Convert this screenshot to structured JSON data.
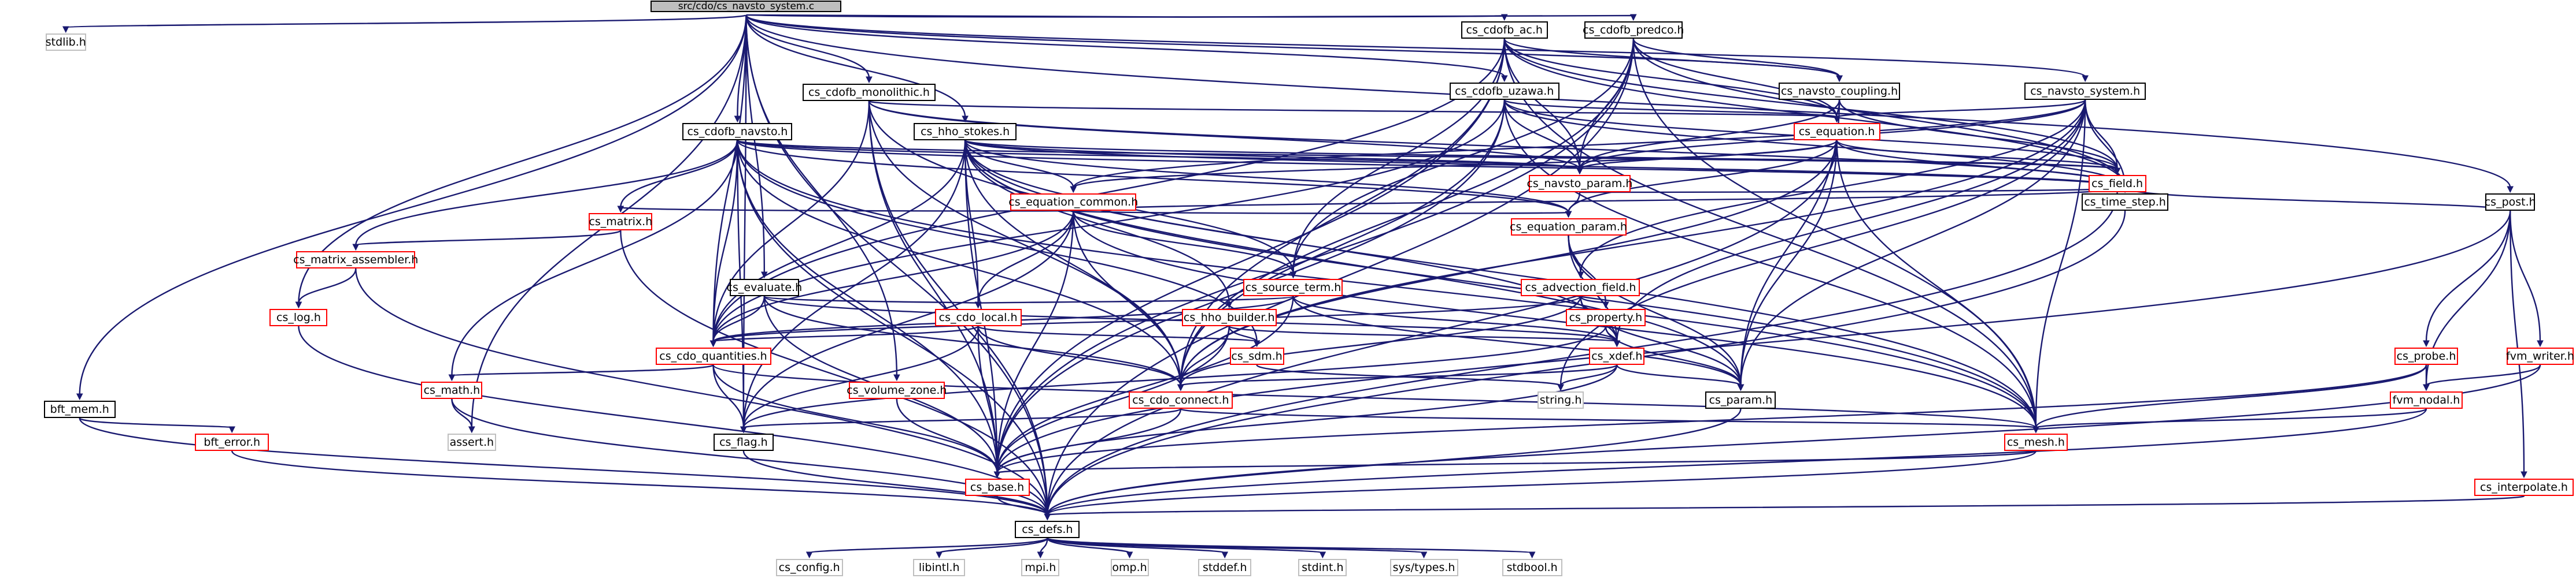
{
  "graph": {
    "colors": {
      "edge": "#191970",
      "border_default": "#000000",
      "border_truncated": "#ff0000",
      "border_external": "#bfbfbf",
      "root_fill": "#bfbfbf"
    },
    "nodes": [
      {
        "id": "root",
        "label": "src/cdo/cs_navsto_system.c",
        "kind": "root"
      },
      {
        "id": "stdlib",
        "label": "stdlib.h",
        "kind": "external"
      },
      {
        "id": "bft_mem",
        "label": "bft_mem.h",
        "kind": "normal"
      },
      {
        "id": "bft_error",
        "label": "bft_error.h",
        "kind": "truncated"
      },
      {
        "id": "cs_log",
        "label": "cs_log.h",
        "kind": "truncated"
      },
      {
        "id": "cs_cdofb_ac",
        "label": "cs_cdofb_ac.h",
        "kind": "normal"
      },
      {
        "id": "cs_cdofb_predco",
        "label": "cs_cdofb_predco.h",
        "kind": "normal"
      },
      {
        "id": "cs_cdofb_monolithic",
        "label": "cs_cdofb_monolithic.h",
        "kind": "normal"
      },
      {
        "id": "cs_cdofb_uzawa",
        "label": "cs_cdofb_uzawa.h",
        "kind": "normal"
      },
      {
        "id": "cs_navsto_coupling",
        "label": "cs_navsto_coupling.h",
        "kind": "normal"
      },
      {
        "id": "cs_navsto_system_h",
        "label": "cs_navsto_system.h",
        "kind": "normal"
      },
      {
        "id": "cs_cdofb_navsto",
        "label": "cs_cdofb_navsto.h",
        "kind": "normal"
      },
      {
        "id": "cs_hho_stokes",
        "label": "cs_hho_stokes.h",
        "kind": "normal"
      },
      {
        "id": "cs_equation",
        "label": "cs_equation.h",
        "kind": "truncated"
      },
      {
        "id": "cs_field",
        "label": "cs_field.h",
        "kind": "truncated"
      },
      {
        "id": "cs_navsto_param",
        "label": "cs_navsto_param.h",
        "kind": "truncated"
      },
      {
        "id": "cs_equation_common",
        "label": "cs_equation_common.h",
        "kind": "truncated"
      },
      {
        "id": "cs_time_step",
        "label": "cs_time_step.h",
        "kind": "normal"
      },
      {
        "id": "cs_post",
        "label": "cs_post.h",
        "kind": "normal"
      },
      {
        "id": "cs_matrix",
        "label": "cs_matrix.h",
        "kind": "truncated"
      },
      {
        "id": "cs_equation_param",
        "label": "cs_equation_param.h",
        "kind": "truncated"
      },
      {
        "id": "cs_matrix_assembler",
        "label": "cs_matrix_assembler.h",
        "kind": "truncated"
      },
      {
        "id": "cs_source_term",
        "label": "cs_source_term.h",
        "kind": "truncated"
      },
      {
        "id": "cs_advection_field",
        "label": "cs_advection_field.h",
        "kind": "truncated"
      },
      {
        "id": "cs_evaluate",
        "label": "cs_evaluate.h",
        "kind": "normal"
      },
      {
        "id": "cs_cdo_local",
        "label": "cs_cdo_local.h",
        "kind": "truncated"
      },
      {
        "id": "cs_hho_builder",
        "label": "cs_hho_builder.h",
        "kind": "truncated"
      },
      {
        "id": "cs_property",
        "label": "cs_property.h",
        "kind": "truncated"
      },
      {
        "id": "cs_sdm",
        "label": "cs_sdm.h",
        "kind": "truncated"
      },
      {
        "id": "cs_xdef",
        "label": "cs_xdef.h",
        "kind": "truncated"
      },
      {
        "id": "cs_cdo_quantities",
        "label": "cs_cdo_quantities.h",
        "kind": "truncated"
      },
      {
        "id": "cs_probe",
        "label": "cs_probe.h",
        "kind": "truncated"
      },
      {
        "id": "fvm_writer",
        "label": "fvm_writer.h",
        "kind": "truncated"
      },
      {
        "id": "cs_math",
        "label": "cs_math.h",
        "kind": "truncated"
      },
      {
        "id": "cs_volume_zone",
        "label": "cs_volume_zone.h",
        "kind": "truncated"
      },
      {
        "id": "cs_cdo_connect",
        "label": "cs_cdo_connect.h",
        "kind": "truncated"
      },
      {
        "id": "string",
        "label": "string.h",
        "kind": "external"
      },
      {
        "id": "cs_param",
        "label": "cs_param.h",
        "kind": "normal"
      },
      {
        "id": "fvm_nodal",
        "label": "fvm_nodal.h",
        "kind": "truncated"
      },
      {
        "id": "assert",
        "label": "assert.h",
        "kind": "external"
      },
      {
        "id": "cs_flag",
        "label": "cs_flag.h",
        "kind": "normal"
      },
      {
        "id": "cs_mesh",
        "label": "cs_mesh.h",
        "kind": "truncated"
      },
      {
        "id": "cs_base",
        "label": "cs_base.h",
        "kind": "truncated"
      },
      {
        "id": "cs_interpolate",
        "label": "cs_interpolate.h",
        "kind": "truncated"
      },
      {
        "id": "cs_defs",
        "label": "cs_defs.h",
        "kind": "normal"
      },
      {
        "id": "cs_config",
        "label": "cs_config.h",
        "kind": "external"
      },
      {
        "id": "libintl",
        "label": "libintl.h",
        "kind": "external"
      },
      {
        "id": "mpi",
        "label": "mpi.h",
        "kind": "external"
      },
      {
        "id": "omp",
        "label": "omp.h",
        "kind": "external"
      },
      {
        "id": "stddef",
        "label": "stddef.h",
        "kind": "external"
      },
      {
        "id": "stdint",
        "label": "stdint.h",
        "kind": "external"
      },
      {
        "id": "systypes",
        "label": "sys/types.h",
        "kind": "external"
      },
      {
        "id": "stdbool",
        "label": "stdbool.h",
        "kind": "external"
      }
    ],
    "edges": [
      [
        "root",
        "stdlib"
      ],
      [
        "root",
        "bft_mem"
      ],
      [
        "root",
        "cs_log"
      ],
      [
        "root",
        "cs_cdofb_ac"
      ],
      [
        "root",
        "cs_cdofb_predco"
      ],
      [
        "root",
        "cs_cdofb_monolithic"
      ],
      [
        "root",
        "cs_cdofb_uzawa"
      ],
      [
        "root",
        "cs_navsto_coupling"
      ],
      [
        "root",
        "cs_navsto_system_h"
      ],
      [
        "root",
        "cs_cdofb_navsto"
      ],
      [
        "root",
        "cs_hho_stokes"
      ],
      [
        "root",
        "cs_post"
      ],
      [
        "root",
        "cs_evaluate"
      ],
      [
        "root",
        "assert"
      ],
      [
        "root",
        "cs_flag"
      ],
      [
        "root",
        "cs_defs"
      ],
      [
        "root",
        "cs_cdo_quantities"
      ],
      [
        "root",
        "cs_volume_zone"
      ],
      [
        "bft_mem",
        "bft_error"
      ],
      [
        "bft_mem",
        "cs_defs"
      ],
      [
        "bft_error",
        "cs_defs"
      ],
      [
        "cs_log",
        "cs_defs"
      ],
      [
        "cs_cdofb_ac",
        "cs_navsto_coupling"
      ],
      [
        "cs_cdofb_ac",
        "cs_equation"
      ],
      [
        "cs_cdofb_ac",
        "cs_navsto_param"
      ],
      [
        "cs_cdofb_ac",
        "cs_time_step"
      ],
      [
        "cs_cdofb_ac",
        "cs_source_term"
      ],
      [
        "cs_cdofb_ac",
        "cs_cdo_connect"
      ],
      [
        "cs_cdofb_ac",
        "cs_cdo_quantities"
      ],
      [
        "cs_cdofb_ac",
        "cs_mesh"
      ],
      [
        "cs_cdofb_ac",
        "cs_base"
      ],
      [
        "cs_cdofb_ac",
        "cs_field"
      ],
      [
        "cs_cdofb_predco",
        "cs_navsto_coupling"
      ],
      [
        "cs_cdofb_predco",
        "cs_equation"
      ],
      [
        "cs_cdofb_predco",
        "cs_navsto_param"
      ],
      [
        "cs_cdofb_predco",
        "cs_time_step"
      ],
      [
        "cs_cdofb_predco",
        "cs_source_term"
      ],
      [
        "cs_cdofb_predco",
        "cs_cdo_connect"
      ],
      [
        "cs_cdofb_predco",
        "cs_mesh"
      ],
      [
        "cs_cdofb_predco",
        "cs_base"
      ],
      [
        "cs_cdofb_predco",
        "cs_defs"
      ],
      [
        "cs_cdofb_monolithic",
        "cs_equation"
      ],
      [
        "cs_cdofb_monolithic",
        "cs_navsto_param"
      ],
      [
        "cs_cdofb_monolithic",
        "cs_time_step"
      ],
      [
        "cs_cdofb_monolithic",
        "cs_cdo_connect"
      ],
      [
        "cs_cdofb_monolithic",
        "cs_cdo_quantities"
      ],
      [
        "cs_cdofb_monolithic",
        "cs_mesh"
      ],
      [
        "cs_cdofb_monolithic",
        "cs_defs"
      ],
      [
        "cs_cdofb_monolithic",
        "cs_base"
      ],
      [
        "cs_cdofb_uzawa",
        "cs_equation"
      ],
      [
        "cs_cdofb_uzawa",
        "cs_navsto_param"
      ],
      [
        "cs_cdofb_uzawa",
        "cs_time_step"
      ],
      [
        "cs_cdofb_uzawa",
        "cs_cdo_connect"
      ],
      [
        "cs_cdofb_uzawa",
        "cs_cdo_quantities"
      ],
      [
        "cs_cdofb_uzawa",
        "cs_mesh"
      ],
      [
        "cs_cdofb_uzawa",
        "cs_base"
      ],
      [
        "cs_cdofb_uzawa",
        "cs_field"
      ],
      [
        "cs_navsto_coupling",
        "cs_equation"
      ],
      [
        "cs_navsto_coupling",
        "cs_field"
      ],
      [
        "cs_navsto_coupling",
        "cs_navsto_param"
      ],
      [
        "cs_navsto_coupling",
        "cs_param"
      ],
      [
        "cs_navsto_system_h",
        "cs_equation"
      ],
      [
        "cs_navsto_system_h",
        "cs_field"
      ],
      [
        "cs_navsto_system_h",
        "cs_navsto_param"
      ],
      [
        "cs_navsto_system_h",
        "cs_time_step"
      ],
      [
        "cs_navsto_system_h",
        "cs_param"
      ],
      [
        "cs_navsto_system_h",
        "cs_mesh"
      ],
      [
        "cs_navsto_system_h",
        "cs_advection_field"
      ],
      [
        "cs_navsto_system_h",
        "cs_xdef"
      ],
      [
        "cs_navsto_system_h",
        "cs_equation_common"
      ],
      [
        "cs_navsto_system_h",
        "cs_cdo_connect"
      ],
      [
        "cs_navsto_system_h",
        "string"
      ],
      [
        "cs_cdofb_navsto",
        "cs_navsto_param"
      ],
      [
        "cs_cdofb_navsto",
        "cs_time_step"
      ],
      [
        "cs_cdofb_navsto",
        "cs_matrix"
      ],
      [
        "cs_cdofb_navsto",
        "cs_matrix_assembler"
      ],
      [
        "cs_cdofb_navsto",
        "cs_cdo_quantities"
      ],
      [
        "cs_cdofb_navsto",
        "cs_cdo_connect"
      ],
      [
        "cs_cdofb_navsto",
        "cs_math"
      ],
      [
        "cs_cdofb_navsto",
        "cs_mesh"
      ],
      [
        "cs_cdofb_navsto",
        "cs_base"
      ],
      [
        "cs_cdofb_navsto",
        "cs_defs"
      ],
      [
        "cs_cdofb_navsto",
        "cs_equation_param"
      ],
      [
        "cs_cdofb_navsto",
        "cs_sdm"
      ],
      [
        "cs_cdofb_navsto",
        "cs_flag"
      ],
      [
        "cs_cdofb_navsto",
        "cs_field"
      ],
      [
        "cs_hho_stokes",
        "cs_equation_common"
      ],
      [
        "cs_hho_stokes",
        "cs_hho_builder"
      ],
      [
        "cs_hho_stokes",
        "cs_source_term"
      ],
      [
        "cs_hho_stokes",
        "cs_cdo_local"
      ],
      [
        "cs_hho_stokes",
        "cs_cdo_quantities"
      ],
      [
        "cs_hho_stokes",
        "cs_cdo_connect"
      ],
      [
        "cs_hho_stokes",
        "cs_equation_param"
      ],
      [
        "cs_hho_stokes",
        "cs_time_step"
      ],
      [
        "cs_hho_stokes",
        "cs_navsto_param"
      ],
      [
        "cs_hho_stokes",
        "cs_mesh"
      ],
      [
        "cs_hho_stokes",
        "cs_base"
      ],
      [
        "cs_hho_stokes",
        "cs_flag"
      ],
      [
        "cs_hho_stokes",
        "cs_field"
      ],
      [
        "cs_hho_stokes",
        "cs_param"
      ],
      [
        "cs_hho_stokes",
        "cs_xdef"
      ],
      [
        "cs_equation",
        "cs_equation_common"
      ],
      [
        "cs_equation",
        "cs_equation_param"
      ],
      [
        "cs_equation",
        "cs_field"
      ],
      [
        "cs_equation",
        "cs_time_step"
      ],
      [
        "cs_equation",
        "cs_param"
      ],
      [
        "cs_equation",
        "cs_mesh"
      ],
      [
        "cs_equation",
        "cs_cdo_connect"
      ],
      [
        "cs_equation",
        "cs_navsto_param"
      ],
      [
        "cs_equation",
        "cs_defs"
      ],
      [
        "cs_field",
        "cs_defs"
      ],
      [
        "cs_navsto_param",
        "cs_equation_param"
      ],
      [
        "cs_navsto_param",
        "cs_time_step"
      ],
      [
        "cs_equation_common",
        "cs_matrix"
      ],
      [
        "cs_equation_common",
        "cs_time_step"
      ],
      [
        "cs_equation_common",
        "cs_equation_param"
      ],
      [
        "cs_equation_common",
        "cs_source_term"
      ],
      [
        "cs_equation_common",
        "cs_cdo_local"
      ],
      [
        "cs_equation_common",
        "cs_cdo_quantities"
      ],
      [
        "cs_equation_common",
        "cs_cdo_connect"
      ],
      [
        "cs_equation_common",
        "cs_flag"
      ],
      [
        "cs_equation_common",
        "cs_mesh"
      ],
      [
        "cs_equation_common",
        "cs_base"
      ],
      [
        "cs_time_step",
        "cs_defs"
      ],
      [
        "cs_post",
        "cs_time_step"
      ],
      [
        "cs_post",
        "cs_probe"
      ],
      [
        "cs_post",
        "fvm_writer"
      ],
      [
        "cs_post",
        "fvm_nodal"
      ],
      [
        "cs_post",
        "cs_interpolate"
      ],
      [
        "cs_post",
        "cs_base"
      ],
      [
        "cs_matrix",
        "cs_defs"
      ],
      [
        "cs_matrix",
        "cs_matrix_assembler"
      ],
      [
        "cs_equation_param",
        "cs_advection_field"
      ],
      [
        "cs_equation_param",
        "cs_property"
      ],
      [
        "cs_equation_param",
        "cs_param"
      ],
      [
        "cs_equation_param",
        "cs_xdef"
      ],
      [
        "cs_matrix_assembler",
        "cs_log"
      ],
      [
        "cs_matrix_assembler",
        "cs_defs"
      ],
      [
        "cs_source_term",
        "cs_cdo_local"
      ],
      [
        "cs_source_term",
        "cs_cdo_quantities"
      ],
      [
        "cs_source_term",
        "cs_xdef"
      ],
      [
        "cs_source_term",
        "cs_param"
      ],
      [
        "cs_source_term",
        "cs_base"
      ],
      [
        "cs_advection_field",
        "cs_property"
      ],
      [
        "cs_advection_field",
        "cs_xdef"
      ],
      [
        "cs_advection_field",
        "cs_cdo_connect"
      ],
      [
        "cs_advection_field",
        "cs_cdo_quantities"
      ],
      [
        "cs_advection_field",
        "cs_param"
      ],
      [
        "cs_evaluate",
        "cs_cdo_local"
      ],
      [
        "cs_evaluate",
        "cs_cdo_quantities"
      ],
      [
        "cs_evaluate",
        "cs_cdo_connect"
      ],
      [
        "cs_evaluate",
        "cs_xdef"
      ],
      [
        "cs_evaluate",
        "cs_base"
      ],
      [
        "cs_cdo_local",
        "cs_cdo_quantities"
      ],
      [
        "cs_cdo_local",
        "cs_cdo_connect"
      ],
      [
        "cs_cdo_local",
        "cs_sdm"
      ],
      [
        "cs_cdo_local",
        "cs_flag"
      ],
      [
        "cs_cdo_local",
        "cs_base"
      ],
      [
        "cs_hho_builder",
        "cs_sdm"
      ],
      [
        "cs_hho_builder",
        "cs_cdo_connect"
      ],
      [
        "cs_hho_builder",
        "cs_xdef"
      ],
      [
        "cs_hho_builder",
        "cs_base"
      ],
      [
        "cs_property",
        "cs_xdef"
      ],
      [
        "cs_property",
        "cs_param"
      ],
      [
        "cs_property",
        "cs_flag"
      ],
      [
        "cs_sdm",
        "string"
      ],
      [
        "cs_xdef",
        "cs_param"
      ],
      [
        "cs_xdef",
        "cs_cdo_connect"
      ],
      [
        "cs_xdef",
        "cs_base"
      ],
      [
        "cs_xdef",
        "string"
      ],
      [
        "cs_cdo_quantities",
        "cs_math"
      ],
      [
        "cs_cdo_quantities",
        "cs_flag"
      ],
      [
        "cs_cdo_quantities",
        "cs_mesh"
      ],
      [
        "cs_cdo_quantities",
        "cs_base"
      ],
      [
        "cs_probe",
        "fvm_nodal"
      ],
      [
        "cs_probe",
        "cs_mesh"
      ],
      [
        "cs_probe",
        "cs_base"
      ],
      [
        "fvm_writer",
        "fvm_nodal"
      ],
      [
        "fvm_writer",
        "cs_defs"
      ],
      [
        "cs_math",
        "assert"
      ],
      [
        "cs_math",
        "cs_defs"
      ],
      [
        "cs_volume_zone",
        "cs_base"
      ],
      [
        "cs_cdo_connect",
        "cs_flag"
      ],
      [
        "cs_cdo_connect",
        "cs_mesh"
      ],
      [
        "cs_cdo_connect",
        "cs_base"
      ],
      [
        "cs_param",
        "cs_defs"
      ],
      [
        "fvm_nodal",
        "cs_mesh"
      ],
      [
        "fvm_nodal",
        "cs_defs"
      ],
      [
        "cs_flag",
        "cs_defs"
      ],
      [
        "cs_mesh",
        "cs_base"
      ],
      [
        "cs_mesh",
        "cs_defs"
      ],
      [
        "cs_base",
        "cs_defs"
      ],
      [
        "cs_interpolate",
        "cs_defs"
      ],
      [
        "cs_defs",
        "cs_config"
      ],
      [
        "cs_defs",
        "libintl"
      ],
      [
        "cs_defs",
        "mpi"
      ],
      [
        "cs_defs",
        "omp"
      ],
      [
        "cs_defs",
        "stddef"
      ],
      [
        "cs_defs",
        "stdint"
      ],
      [
        "cs_defs",
        "systypes"
      ],
      [
        "cs_defs",
        "stdbool"
      ]
    ]
  }
}
